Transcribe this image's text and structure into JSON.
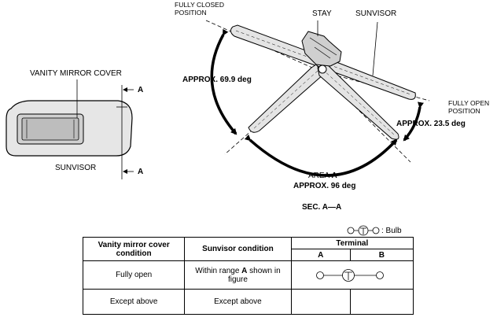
{
  "left_figure": {
    "mirror_cover_label": "VANITY MIRROR COVER",
    "sunvisor_label": "SUNVISOR",
    "section_mark_top": "A",
    "section_mark_bottom": "A"
  },
  "right_figure": {
    "fully_closed_label": "FULLY CLOSED\nPOSITION",
    "stay_label": "STAY",
    "sunvisor_label": "SUNVISOR",
    "fully_open_label": "FULLY OPEN\nPOSITION",
    "angle_closed": "APPROX. 69.9 deg",
    "angle_open": "APPROX. 23.5 deg",
    "area_label_prefix": "AREA ",
    "area_label_letter": "A",
    "angle_area": "APPROX. 96 deg",
    "section_caption": "SEC. A—A"
  },
  "legend": {
    "bulb_label": ": Bulb",
    "bulb_icon": "bulb-icon"
  },
  "table": {
    "header_col1": "Vanity mirror cover\ncondition",
    "header_col2": "Sunvisor condition",
    "header_terminal": "Terminal",
    "header_a": "A",
    "header_b": "B",
    "rows": [
      {
        "cover": "Fully open",
        "sunvisor_prefix": "Within range ",
        "sunvisor_bold": "A",
        "sunvisor_suffix": " shown in figure",
        "continuity": "A-bulb-B"
      },
      {
        "cover": "Except above",
        "sunvisor": "Except above",
        "continuity": ""
      }
    ]
  }
}
